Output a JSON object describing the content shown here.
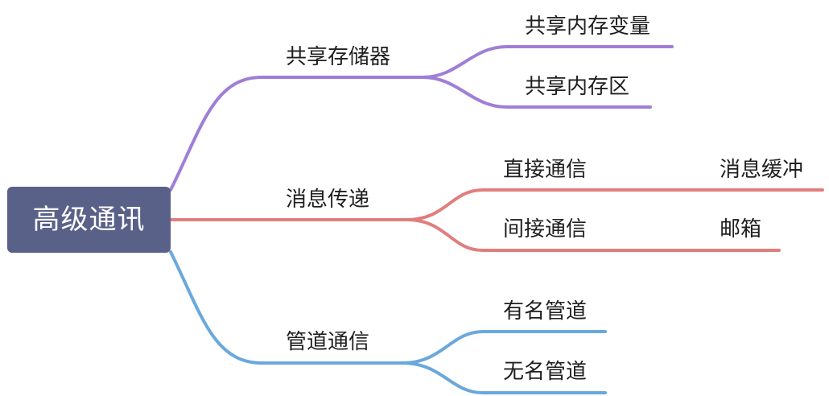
{
  "root": {
    "label": "高级通讯"
  },
  "colors": {
    "root_bg": "#5a6189",
    "branch1": "#a07ed6",
    "branch2": "#e07e7e",
    "branch3": "#6aa8dc"
  },
  "branches": [
    {
      "label": "共享存储器",
      "children": [
        {
          "label": "共享内存变量"
        },
        {
          "label": "共享内存区"
        }
      ]
    },
    {
      "label": "消息传递",
      "children": [
        {
          "label": "直接通信",
          "children": [
            {
              "label": "消息缓冲"
            }
          ]
        },
        {
          "label": "间接通信",
          "children": [
            {
              "label": "邮箱"
            }
          ]
        }
      ]
    },
    {
      "label": "管道通信",
      "children": [
        {
          "label": "有名管道"
        },
        {
          "label": "无名管道"
        }
      ]
    }
  ]
}
